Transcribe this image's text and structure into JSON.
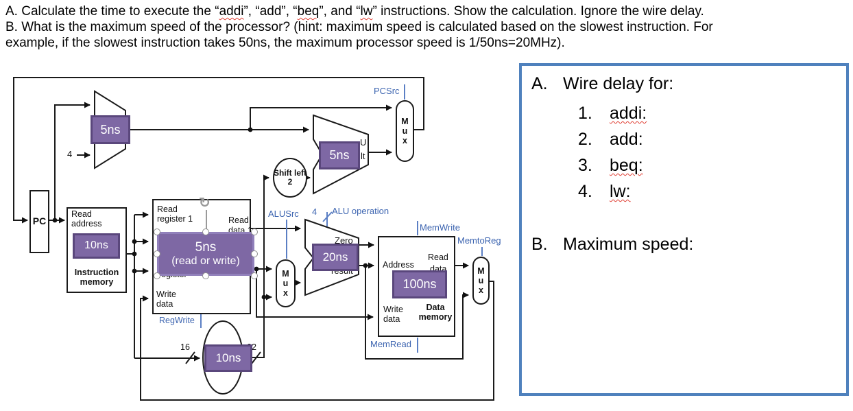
{
  "header": {
    "line1_segments": [
      {
        "t": "A. Calculate the time to execute the “"
      },
      {
        "t": "addi"
      },
      {
        "t": "”, “"
      },
      {
        "t": "add"
      },
      {
        "t": "”, “"
      },
      {
        "t": "beq"
      },
      {
        "t": "”, and “"
      },
      {
        "t": "lw"
      },
      {
        "t": "” instructions. Show the calculation. Ignore the wire delay."
      }
    ],
    "line2": "B. What is the maximum speed of the processor? (hint: maximum speed is calculated based on the slowest instruction. For",
    "line3": "example, if the slowest instruction takes 50ns, the maximum processor speed is 1/50ns=20MHz)."
  },
  "diagram": {
    "pc_label": "PC",
    "const_four_pc": "4",
    "pc_adder_timing": "5ns",
    "branch_adder_timing": "5ns",
    "branch_adder_fragment_u": "U",
    "branch_adder_fragment_lt": "lt",
    "imem": {
      "read_address": "Read address",
      "timing": "10ns",
      "name": "Instruction memory"
    },
    "registers": {
      "read_register_1": "Read register 1",
      "read_data_1_line1": "Read",
      "read_data_1_line2": "data 1",
      "write_register_fragment": "register",
      "write_data": "Write data",
      "timing_line1": "5ns",
      "timing_line2": "(read or write)"
    },
    "sign_extend": {
      "timing": "10ns",
      "bits_in": "16",
      "bits_out": "32"
    },
    "shift_left_2": "Shift left 2",
    "alu": {
      "timing": "20ns",
      "zero": "Zero",
      "result_fragment": "result",
      "op_bits": "4"
    },
    "dmem": {
      "address": "Address",
      "read_data_line1": "Read",
      "read_data_line2": "data",
      "write_data": "Write data",
      "name": "Data memory",
      "timing": "100ns"
    },
    "mux_label": "Mux",
    "control": {
      "pcsrc": "PCSrc",
      "alusrc": "ALUSrc",
      "alu_operation": "ALU operation",
      "memwrite": "MemWrite",
      "memtoreg": "MemtoReg",
      "regwrite": "RegWrite",
      "memread": "MemRead"
    }
  },
  "panel": {
    "a_label": "A.",
    "a_title": "Wire delay for:",
    "items": [
      {
        "num": "1.",
        "term": "addi:"
      },
      {
        "num": "2.",
        "term": "add:"
      },
      {
        "num": "3.",
        "term": "beq:"
      },
      {
        "num": "4.",
        "term": "lw:"
      }
    ],
    "b_label": "B.",
    "b_title": "Maximum speed:"
  },
  "colors": {
    "timing_fill": "#7E68A4",
    "timing_border": "#5A477C",
    "control_blue": "#3C64B0",
    "panel_border": "#4F81BD",
    "squiggle_red": "#E03C31"
  }
}
